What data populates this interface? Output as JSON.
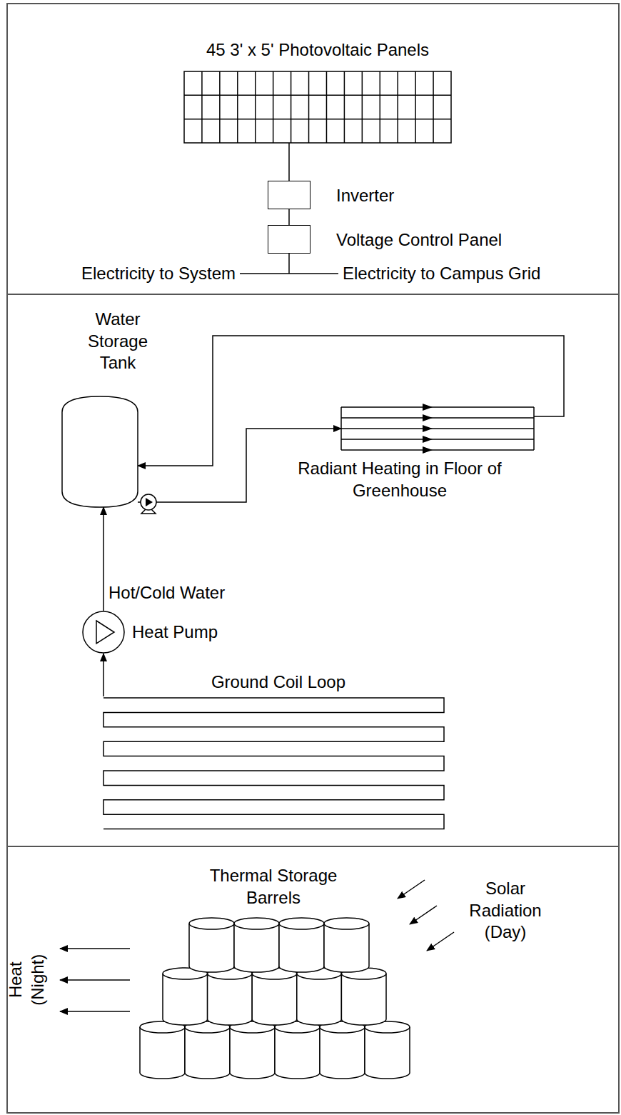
{
  "diagram": {
    "nodes": [
      {
        "text": [
          "45 3' x 5' Photovoltaic Panels"
        ]
      },
      {
        "text": [
          "Inverter"
        ]
      },
      {
        "text": [
          "Voltage Control Panel"
        ]
      },
      {
        "text": [
          "Water Storage Tank"
        ]
      },
      {
        "text": [
          "Radiant Heating in Floor of Greenhouse"
        ]
      },
      {
        "text": [
          "Heat Pump"
        ]
      },
      {
        "text": [
          "Ground Coil Loop"
        ]
      },
      {
        "text": [
          "Thermal Storage Barrels"
        ]
      }
    ],
    "edges": [
      {
        "from": 0,
        "to": 1,
        "arrow": "none"
      },
      {
        "from": 1,
        "to": 2,
        "arrow": "none"
      },
      {
        "from": 6,
        "to": 5,
        "arrow": "to"
      },
      {
        "from": 5,
        "to": 3,
        "label": "Hot/Cold Water",
        "arrow": "to"
      },
      {
        "from": 3,
        "to": 4,
        "arrow": "to"
      },
      {
        "from": 4,
        "to": 3,
        "arrow": "to"
      }
    ],
    "labels": [
      "Electricity to System",
      "Electricity to Campus Grid",
      "Solar Radiation (Day)",
      "Heat (Night)"
    ]
  }
}
